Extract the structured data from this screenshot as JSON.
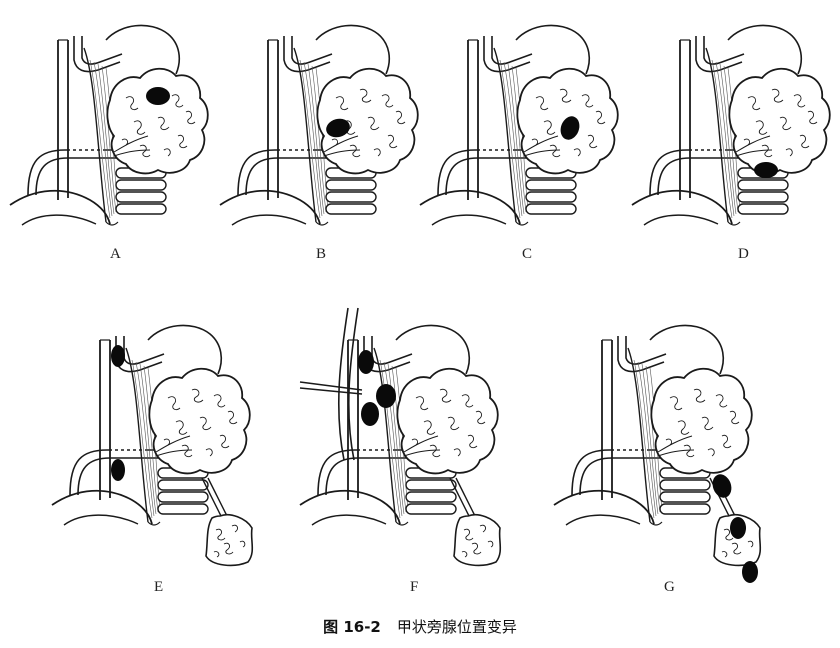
{
  "figure": {
    "panels": [
      {
        "label": "A"
      },
      {
        "label": "B"
      },
      {
        "label": "C"
      },
      {
        "label": "D"
      },
      {
        "label": "E"
      },
      {
        "label": "F"
      },
      {
        "label": "G"
      }
    ],
    "caption": {
      "number": "图 16-2",
      "text": "甲状旁腺位置变异"
    },
    "colors": {
      "line": "#1a1a1a",
      "fill": "#ffffff",
      "gland": "#0a0a0a"
    }
  }
}
